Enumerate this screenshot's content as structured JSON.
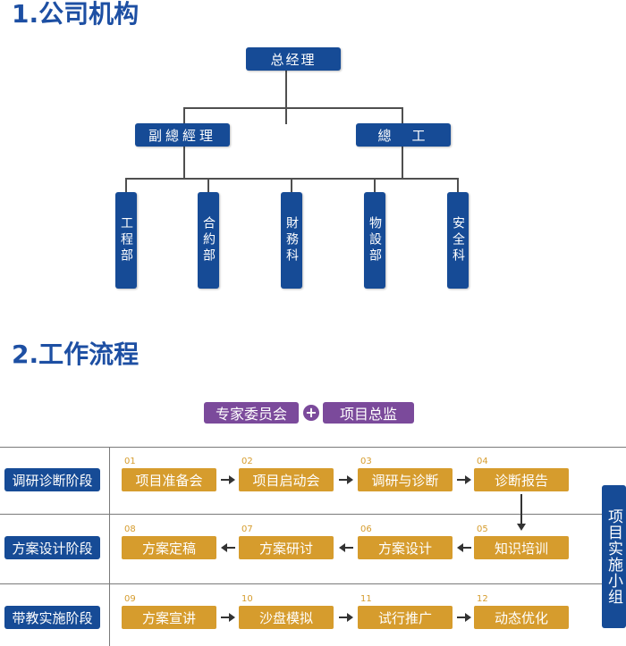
{
  "section1": {
    "title": "1.公司机构"
  },
  "org": {
    "top": "总经理",
    "mid_left": "副總經理",
    "mid_right": "總　工",
    "departments": [
      "工程部",
      "合約部",
      "財務科",
      "物設部",
      "安全科"
    ]
  },
  "section2": {
    "title": "2.工作流程"
  },
  "committee": {
    "left": "专家委员会",
    "plus": "+",
    "right": "项目总监"
  },
  "stages": [
    "调研诊断阶段",
    "方案设计阶段",
    "带教实施阶段"
  ],
  "steps": {
    "row1": [
      {
        "num": "01",
        "label": "项目准备会"
      },
      {
        "num": "02",
        "label": "项目启动会"
      },
      {
        "num": "03",
        "label": "调研与诊断"
      },
      {
        "num": "04",
        "label": "诊断报告"
      }
    ],
    "row2": [
      {
        "num": "08",
        "label": "方案定稿"
      },
      {
        "num": "07",
        "label": "方案研讨"
      },
      {
        "num": "06",
        "label": "方案设计"
      },
      {
        "num": "05",
        "label": "知识培训"
      }
    ],
    "row3": [
      {
        "num": "09",
        "label": "方案宣讲"
      },
      {
        "num": "10",
        "label": "沙盘模拟"
      },
      {
        "num": "11",
        "label": "试行推广"
      },
      {
        "num": "12",
        "label": "动态优化"
      }
    ]
  },
  "side_group": "项目实施小组",
  "colors": {
    "blue": "#164b96",
    "purple": "#7b4a9b",
    "orange": "#d69c2d",
    "heading": "#1d4fa3"
  }
}
